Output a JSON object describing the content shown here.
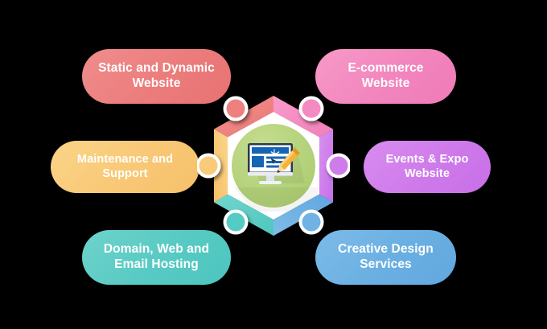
{
  "background_color": "#000000",
  "diagram": {
    "type": "hexagon-hub-and-spoke",
    "center": {
      "icon_name": "web-design-monitor-pencil-icon",
      "inner_circle_color": "#b5d47a",
      "ring_color": "#ffffff"
    },
    "segments": [
      {
        "id": "static-dynamic-website",
        "position": "top-left",
        "color": "#ef8080"
      },
      {
        "id": "ecommerce-website",
        "position": "top-right",
        "color": "#f58ac2"
      },
      {
        "id": "events-expo-website",
        "position": "right",
        "color": "#cf7beb"
      },
      {
        "id": "creative-design",
        "position": "bottom-right",
        "color": "#6fb2e4"
      },
      {
        "id": "domain-web-hosting",
        "position": "bottom-left",
        "color": "#56cbc3"
      },
      {
        "id": "maintenance-support",
        "position": "left",
        "color": "#f9ca79"
      }
    ],
    "nodes": [
      {
        "label": "Static and Dynamic Website",
        "line1": "Static and Dynamic",
        "line2": "Website",
        "color": "#ec7c7c"
      },
      {
        "label": "E-commerce Website",
        "line1": "E-commerce",
        "line2": "Website",
        "color": "#f285bd"
      },
      {
        "label": "Events & Expo Website",
        "line1": "Events & Expo",
        "line2": "Website",
        "color": "#ce7aea"
      },
      {
        "label": "Creative Design Services",
        "line1": "Creative Design",
        "line2": "Services",
        "color": "#6aafe2"
      },
      {
        "label": "Domain, Web and Email Hosting",
        "line1": "Domain, Web and",
        "line2": "Email Hosting",
        "color": "#57cac3"
      },
      {
        "label": "Maintenance and Support",
        "line1": "Maintenance and",
        "line2": "Support",
        "color": "#f8c876"
      }
    ]
  }
}
